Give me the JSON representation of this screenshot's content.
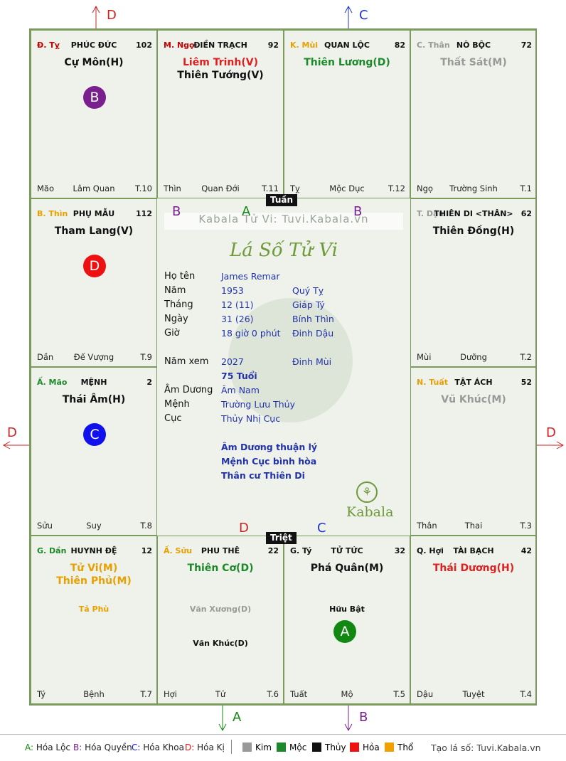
{
  "cells": [
    {
      "id": "ty",
      "can_chi": "Đ. Tỵ",
      "can_color": "#cc0000",
      "name": "PHÚC ĐỨC",
      "num": "102",
      "stars": [
        {
          "t": "Cự Môn(H)",
          "c": "#111111"
        }
      ],
      "minor": [],
      "bl": "Mão",
      "bc": "Lâm Quan",
      "br": "T.10",
      "badge": {
        "letter": "B",
        "color": "#7a1f8e"
      }
    },
    {
      "id": "ngo",
      "can_chi": "M. Ngọ",
      "can_color": "#cc0000",
      "name": "ĐIỀN TRẠCH",
      "num": "92",
      "stars": [
        {
          "t": "Liêm Trinh(V)",
          "c": "#e02020"
        },
        {
          "t": "Thiên Tướng(V)",
          "c": "#111111"
        }
      ],
      "minor": [],
      "bl": "Thìn",
      "bc": "Quan Đới",
      "br": "T.11",
      "badge": null
    },
    {
      "id": "mui",
      "can_chi": "K. Mùi",
      "can_color": "#e8a000",
      "name": "QUAN LỘC",
      "num": "82",
      "stars": [
        {
          "t": "Thiên Lương(D)",
          "c": "#1c8a2a"
        }
      ],
      "minor": [],
      "bl": "Tỵ",
      "bc": "Mộc Dục",
      "br": "T.12",
      "badge": null
    },
    {
      "id": "than",
      "can_chi": "C. Thân",
      "can_color": "#999999",
      "name": "NÔ BỘC",
      "num": "72",
      "stars": [
        {
          "t": "Thất Sát(M)",
          "c": "#999999"
        }
      ],
      "minor": [],
      "bl": "Ngọ",
      "bc": "Trường Sinh",
      "br": "T.1",
      "badge": null
    },
    {
      "id": "thin",
      "can_chi": "B. Thìn",
      "can_color": "#e8a000",
      "name": "PHỤ MẪU",
      "num": "112",
      "stars": [
        {
          "t": "Tham Lang(V)",
          "c": "#111111"
        }
      ],
      "minor": [],
      "bl": "Dần",
      "bc": "Đế Vượng",
      "br": "T.9",
      "badge": {
        "letter": "D",
        "color": "#ee1111"
      }
    },
    {
      "id": "dau",
      "can_chi": "T. Dậu",
      "can_color": "#999999",
      "name": "THIÊN DI <THÂN>",
      "num": "62",
      "stars": [
        {
          "t": "Thiên Đồng(H)",
          "c": "#111111"
        }
      ],
      "minor": [],
      "bl": "Mùi",
      "bc": "Dưỡng",
      "br": "T.2",
      "badge": null
    },
    {
      "id": "mao",
      "can_chi": "Ấ. Mão",
      "can_color": "#1c8a2a",
      "name": "MỆNH",
      "num": "2",
      "stars": [
        {
          "t": "Thái Âm(H)",
          "c": "#111111"
        }
      ],
      "minor": [],
      "bl": "Sửu",
      "bc": "Suy",
      "br": "T.8",
      "badge": {
        "letter": "C",
        "color": "#1111ee"
      }
    },
    {
      "id": "tuat",
      "can_chi": "N. Tuất",
      "can_color": "#e8a000",
      "name": "TẬT ÁCH",
      "num": "52",
      "stars": [
        {
          "t": "Vũ Khúc(M)",
          "c": "#999999"
        }
      ],
      "minor": [],
      "bl": "Thân",
      "bc": "Thai",
      "br": "T.3",
      "badge": null
    },
    {
      "id": "dan",
      "can_chi": "G. Dần",
      "can_color": "#1c8a2a",
      "name": "HUYNH ĐỆ",
      "num": "12",
      "stars": [
        {
          "t": "Tử Vi(M)",
          "c": "#e8a000"
        },
        {
          "t": "Thiên Phủ(M)",
          "c": "#e8a000"
        }
      ],
      "minor": [
        {
          "t": "Tả Phù",
          "c": "#e8a000"
        }
      ],
      "bl": "Tý",
      "bc": "Bệnh",
      "br": "T.7",
      "badge": null
    },
    {
      "id": "suu",
      "can_chi": "Ấ. Sửu",
      "can_color": "#e8a000",
      "name": "PHU THÊ",
      "num": "22",
      "stars": [
        {
          "t": "Thiên Cơ(D)",
          "c": "#1c8a2a"
        }
      ],
      "minor": [
        {
          "t": "Văn Xương(D)",
          "c": "#999999"
        },
        {
          "t": "Văn Khúc(D)",
          "c": "#111111"
        }
      ],
      "bl": "Hợi",
      "bc": "Tử",
      "br": "T.6",
      "badge": null
    },
    {
      "id": "ty2",
      "can_chi": "G. Tý",
      "can_color": "#111111",
      "name": "TỬ TỨC",
      "num": "32",
      "stars": [
        {
          "t": "Phá Quân(M)",
          "c": "#111111"
        }
      ],
      "minor": [
        {
          "t": "Hữu Bật",
          "c": "#111111"
        }
      ],
      "bl": "Tuất",
      "bc": "Mộ",
      "br": "T.5",
      "badge": {
        "letter": "A",
        "color": "#118811"
      }
    },
    {
      "id": "hoi",
      "can_chi": "Q. Hợi",
      "can_color": "#111111",
      "name": "TÀI BẠCH",
      "num": "42",
      "stars": [
        {
          "t": "Thái Dương(H)",
          "c": "#e02020"
        }
      ],
      "minor": [],
      "bl": "Dậu",
      "bc": "Tuyệt",
      "br": "T.4",
      "badge": null
    }
  ],
  "center": {
    "watermark": "Kabala Tử Vi: Tuvi.Kabala.vn",
    "title": "Lá Số Tử Vi",
    "rows": [
      {
        "label": "Họ tên",
        "v1": "James Remar",
        "v2": ""
      },
      {
        "label": "Năm",
        "v1": "1953",
        "v2": "Quý Tỵ"
      },
      {
        "label": "Tháng",
        "v1": "12  (11)",
        "v2": "Giáp Tý"
      },
      {
        "label": "Ngày",
        "v1": "31  (26)",
        "v2": "Bính Thìn"
      },
      {
        "label": "Giờ",
        "v1": "18 giờ 0 phút",
        "v2": "Đinh Dậu"
      }
    ],
    "nam_xem_label": "Năm xem",
    "nam_xem": "2027",
    "nam_xem_cc": "Đinh Mùi",
    "tuoi": "75 Tuổi",
    "rows2": [
      {
        "label": "Âm Dương",
        "v1": "Âm Nam"
      },
      {
        "label": "Mệnh",
        "v1": "Trường Lưu Thủy"
      },
      {
        "label": "Cục",
        "v1": "Thủy Nhị Cục"
      }
    ],
    "notes": [
      "Âm Dương thuận lý",
      "Mệnh Cục bình hòa",
      "Thân cư Thiên Di"
    ],
    "brand": "Kabala"
  },
  "tags": {
    "tuan": "Tuần",
    "triet": "Triệt"
  },
  "arrows": {
    "top_left": "D",
    "top_right": "C",
    "left": "D",
    "right": "D",
    "bottom_left": "A",
    "bottom_right": "B"
  },
  "line_labels": {
    "b1": "B",
    "a1": "A",
    "b2": "B",
    "d1": "D",
    "c1": "C"
  },
  "colors": {
    "hoa_loc": "#118811",
    "hoa_quyen": "#7a1f8e",
    "hoa_khoa": "#1111ee",
    "hoa_ki": "#ee1111",
    "kim": "#999999",
    "moc": "#1c8a2a",
    "thuy": "#111111",
    "hoa": "#ee1111",
    "tho": "#f0a000"
  },
  "legend": {
    "items": [
      {
        "key": "A:",
        "label": " Hóa Lộc",
        "color": "#118811"
      },
      {
        "key": "B:",
        "label": " Hóa Quyền",
        "color": "#7a1f8e"
      },
      {
        "key": "C:",
        "label": " Hóa Khoa",
        "color": "#1111ee"
      },
      {
        "key": "D:",
        "label": " Hóa Kị",
        "color": "#ee1111"
      }
    ],
    "elements": [
      {
        "label": "Kim",
        "color": "#999999"
      },
      {
        "label": "Mộc",
        "color": "#1c8a2a"
      },
      {
        "label": "Thủy",
        "color": "#111111"
      },
      {
        "label": "Hỏa",
        "color": "#ee1111"
      },
      {
        "label": "Thổ",
        "color": "#f0a000"
      }
    ],
    "site": "Tạo lá số: Tuvi.Kabala.vn"
  }
}
